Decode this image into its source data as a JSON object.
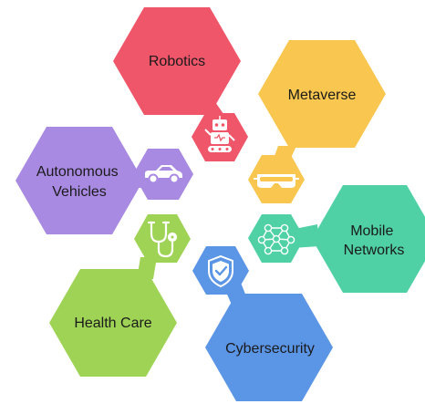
{
  "colors": {
    "robotics": "#f0566a",
    "metaverse": "#f9c74f",
    "mobile_networks": "#4fd1a5",
    "cybersecurity": "#5b95e6",
    "health_care": "#9fd356",
    "autonomous_vehicles": "#a98ae3"
  },
  "icons": {
    "robotics": "robot-icon",
    "metaverse": "vr-headset-icon",
    "mobile_networks": "network-nodes-icon",
    "cybersecurity": "shield-check-icon",
    "health_care": "stethoscope-icon",
    "autonomous_vehicles": "car-icon"
  },
  "hexagons": {
    "robotics": {
      "label_lines": [
        "Robotics"
      ]
    },
    "metaverse": {
      "label_lines": [
        "Metaverse"
      ]
    },
    "mobile_networks": {
      "label_lines": [
        "Mobile",
        "Networks"
      ]
    },
    "cybersecurity": {
      "label_lines": [
        "Cybersecurity"
      ]
    },
    "health_care": {
      "label_lines": [
        "Health Care"
      ]
    },
    "autonomous_vehicles": {
      "label_lines": [
        "Autonomous",
        "Vehicles"
      ]
    }
  }
}
